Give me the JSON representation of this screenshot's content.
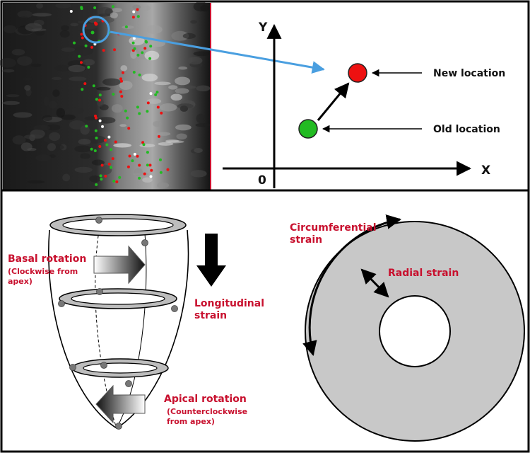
{
  "colors": {
    "label_red": "#c8102e",
    "connector_blue": "#4a9fe0",
    "new_point": "#ee1111",
    "old_point": "#22bb22",
    "ring_gray": "#c8c8c8",
    "frame": "#000000"
  },
  "tracking_panel": {
    "axis_y": "Y",
    "axis_x": "X",
    "origin": "0",
    "new_location": "New location",
    "old_location": "Old location"
  },
  "ventricle_panel": {
    "basal_title": "Basal rotation",
    "basal_sub": "(Clockwise from",
    "basal_sub2": "apex)",
    "long_1": "Longitudinal",
    "long_2": "strain",
    "apical_title": "Apical rotation",
    "apical_sub": "(Counterclockwise",
    "apical_sub2": "from apex)"
  },
  "ring_panel": {
    "circ_1": "Circumferential",
    "circ_2": "strain",
    "radial": "Radial strain"
  }
}
